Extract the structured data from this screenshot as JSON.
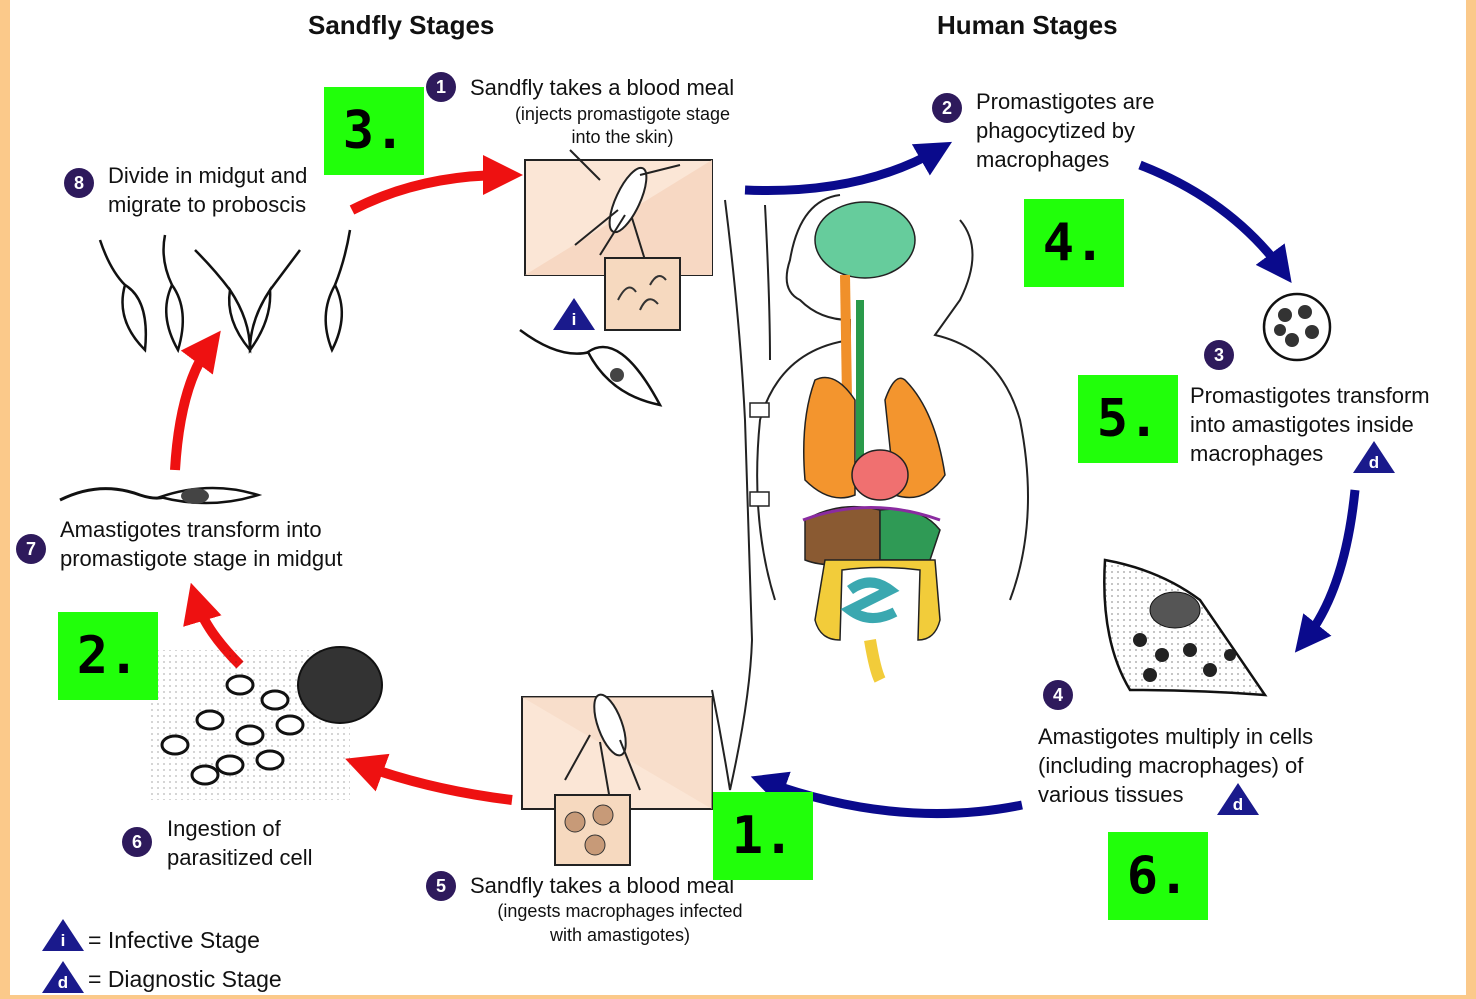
{
  "headers": {
    "sandfly": "Sandfly Stages",
    "human": "Human Stages"
  },
  "steps": {
    "s1": {
      "num": "1",
      "main": "Sandfly takes a blood meal",
      "sub1": "(injects promastigote stage",
      "sub2": "into the skin)"
    },
    "s2": {
      "num": "2",
      "l1": "Promastigotes are",
      "l2": "phagocytized by",
      "l3": "macrophages"
    },
    "s3": {
      "num": "3",
      "l1": "Promastigotes transform",
      "l2": "into amastigotes inside",
      "l3": "macrophages"
    },
    "s4": {
      "num": "4",
      "l1": "Amastigotes multiply in cells",
      "l2": "(including macrophages) of",
      "l3": "various tissues"
    },
    "s5": {
      "num": "5",
      "main": "Sandfly takes a blood meal",
      "sub1": "(ingests macrophages infected",
      "sub2": "with amastigotes)"
    },
    "s6": {
      "num": "6",
      "l1": "Ingestion of",
      "l2": "parasitized cell"
    },
    "s7": {
      "num": "7",
      "l1": "Amastigotes transform into",
      "l2": "promastigote stage in midgut"
    },
    "s8": {
      "num": "8",
      "l1": "Divide in midgut and",
      "l2": "migrate to proboscis"
    }
  },
  "stage_markers": {
    "infective": "i",
    "diagnostic": "d"
  },
  "legend": {
    "infective": "= Infective Stage",
    "diagnostic": "= Diagnostic Stage"
  },
  "answer_boxes": [
    "1.",
    "2.",
    "3.",
    "4.",
    "5.",
    "6."
  ],
  "colors": {
    "background": "#fbc98a",
    "answer_box": "#21ff0a",
    "sandfly_arrow": "#ee1111",
    "human_arrow": "#0a0a8c",
    "number_badge": "#2e1a5c",
    "triangle": "#1a1a8c"
  }
}
